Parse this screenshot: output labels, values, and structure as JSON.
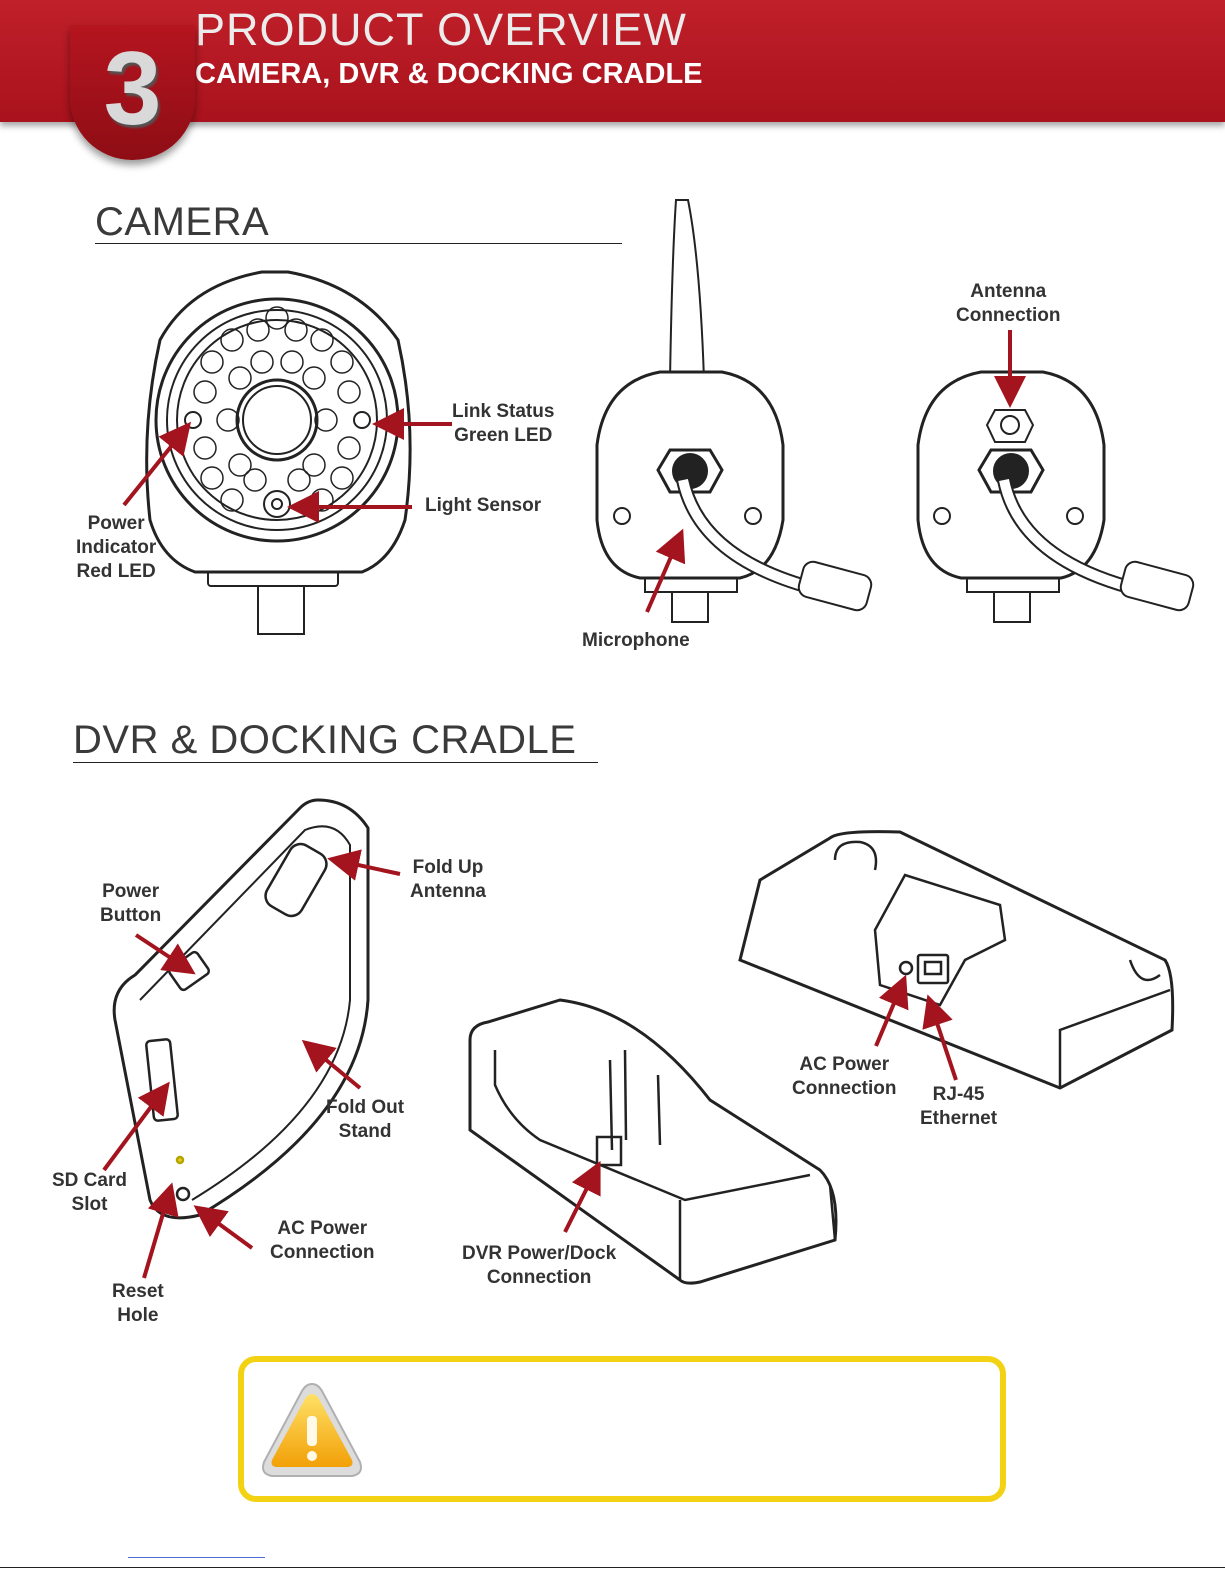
{
  "header": {
    "section_number": "3",
    "title": "PRODUCT OVERVIEW",
    "subtitle": "CAMERA, DVR & DOCKING CRADLE"
  },
  "camera_section": {
    "heading": "CAMERA",
    "labels": {
      "link_status": [
        "Link Status",
        "Green LED"
      ],
      "light_sensor": [
        "Light Sensor"
      ],
      "power_indicator": [
        "Power",
        "Indicator",
        "Red LED"
      ],
      "microphone": [
        "Microphone"
      ],
      "antenna_connection": [
        "Antenna",
        "Connection"
      ]
    }
  },
  "dvr_section": {
    "heading": "DVR & DOCKING CRADLE",
    "labels": {
      "power_button": [
        "Power",
        "Button"
      ],
      "fold_up_antenna": [
        "Fold Up",
        "Antenna"
      ],
      "fold_out_stand": [
        "Fold Out",
        "Stand"
      ],
      "sd_card_slot": [
        "SD Card",
        "Slot"
      ],
      "ac_power_dvr": [
        "AC Power",
        "Connection"
      ],
      "reset_hole": [
        "Reset",
        "Hole"
      ],
      "dvr_power_dock": [
        "DVR Power/Dock",
        "Connection"
      ],
      "ac_power_cradle": [
        "AC Power",
        "Connection"
      ],
      "rj45": [
        "RJ-45",
        "Ethernet"
      ]
    }
  },
  "colors": {
    "brand_red": "#b1161f",
    "arrow_red": "#a3141e",
    "warning_border": "#f3d214"
  },
  "icons": [
    "warning-icon"
  ]
}
